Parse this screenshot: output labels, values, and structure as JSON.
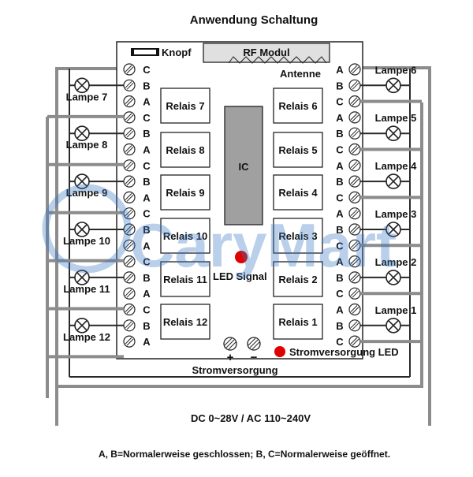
{
  "title": "Anwendung Schaltung",
  "board": {
    "button_label": "Knopf",
    "rf_module_label": "RF Modul",
    "antenna_label": "Antenne",
    "ic_label": "IC",
    "led_signal_label": "LED Signal",
    "power_led_label": "Stromversorgung LED",
    "power_terminal_plus": "+",
    "power_terminal_minus": "−",
    "power_label": "Stromversorgung"
  },
  "relays_left": [
    "Relais 7",
    "Relais 8",
    "Relais 9",
    "Relais 10",
    "Relais 11",
    "Relais 12"
  ],
  "relays_right": [
    "Relais 6",
    "Relais 5",
    "Relais 4",
    "Relais 3",
    "Relais 2",
    "Relais 1"
  ],
  "terminals_left": [
    "C",
    "B",
    "A",
    "C",
    "B",
    "A",
    "C",
    "B",
    "A",
    "C",
    "B",
    "A",
    "C",
    "B",
    "A",
    "C",
    "B",
    "A"
  ],
  "terminals_right": [
    "A",
    "B",
    "C",
    "A",
    "B",
    "C",
    "A",
    "B",
    "C",
    "A",
    "B",
    "C",
    "A",
    "B",
    "C",
    "A",
    "B",
    "C"
  ],
  "lamps_left": [
    "Lampe 7",
    "Lampe 8",
    "Lampe 9",
    "Lampe 10",
    "Lampe 11",
    "Lampe 12"
  ],
  "lamps_right": [
    "Lampe 6",
    "Lampe 5",
    "Lampe 4",
    "Lampe 3",
    "Lampe 2",
    "Lampe 1"
  ],
  "supply_label": "DC 0~28V / AC 110~240V",
  "footnote": "A, B=Normalerweise geschlossen; B, C=Normalerweise geöffnet.",
  "watermark": "CaryMart",
  "colors": {
    "wire": "#8c8c8c",
    "board_border": "#222222",
    "ic_fill": "#a0a0a0",
    "rf_fill": "#e0e0e0",
    "led": "#e00000",
    "watermark": "#3a78c4"
  }
}
